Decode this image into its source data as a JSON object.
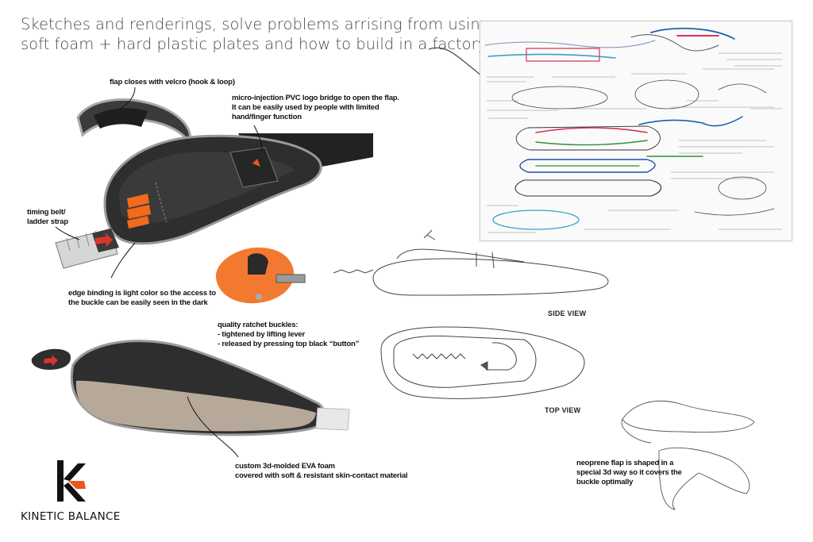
{
  "header": {
    "title_line1": "Sketches and renderings, solve problems arrising from using",
    "title_line2": "soft foam + hard plastic plates and how to build in a factory"
  },
  "annotations": {
    "flap": [
      "flap closes with velcro (hook & loop)"
    ],
    "logo_bridge": [
      "micro-injection PVC logo bridge to open the flap.",
      "It can be easily used by people with limited",
      "hand/finger function"
    ],
    "timing_belt": [
      "timing belt/",
      "ladder strap"
    ],
    "edge_binding": [
      "edge binding is light color so the access to",
      "the buckle can be easily seen in the dark"
    ],
    "ratchet": [
      "quality ratchet buckles:",
      "- tightened by lifting lever",
      "- released by pressing top black “button”"
    ],
    "foam": [
      "custom 3d-molded EVA foam",
      "covered with soft & resistant skin-contact material"
    ],
    "neoprene": [
      "neoprene flap is shaped in a",
      "special 3d way so it covers the",
      "buckle optimally"
    ]
  },
  "views": {
    "side": "SIDE VIEW",
    "top": "TOP VIEW"
  },
  "brand": {
    "name": "KINETIC BALANCE",
    "accent": "#e8561f"
  },
  "colors": {
    "shell": "#2e2e2e",
    "binding": "#9a9a9a",
    "foam": "#b7a999",
    "orange": "#f26a1b",
    "red_arrow": "#d9352a"
  }
}
